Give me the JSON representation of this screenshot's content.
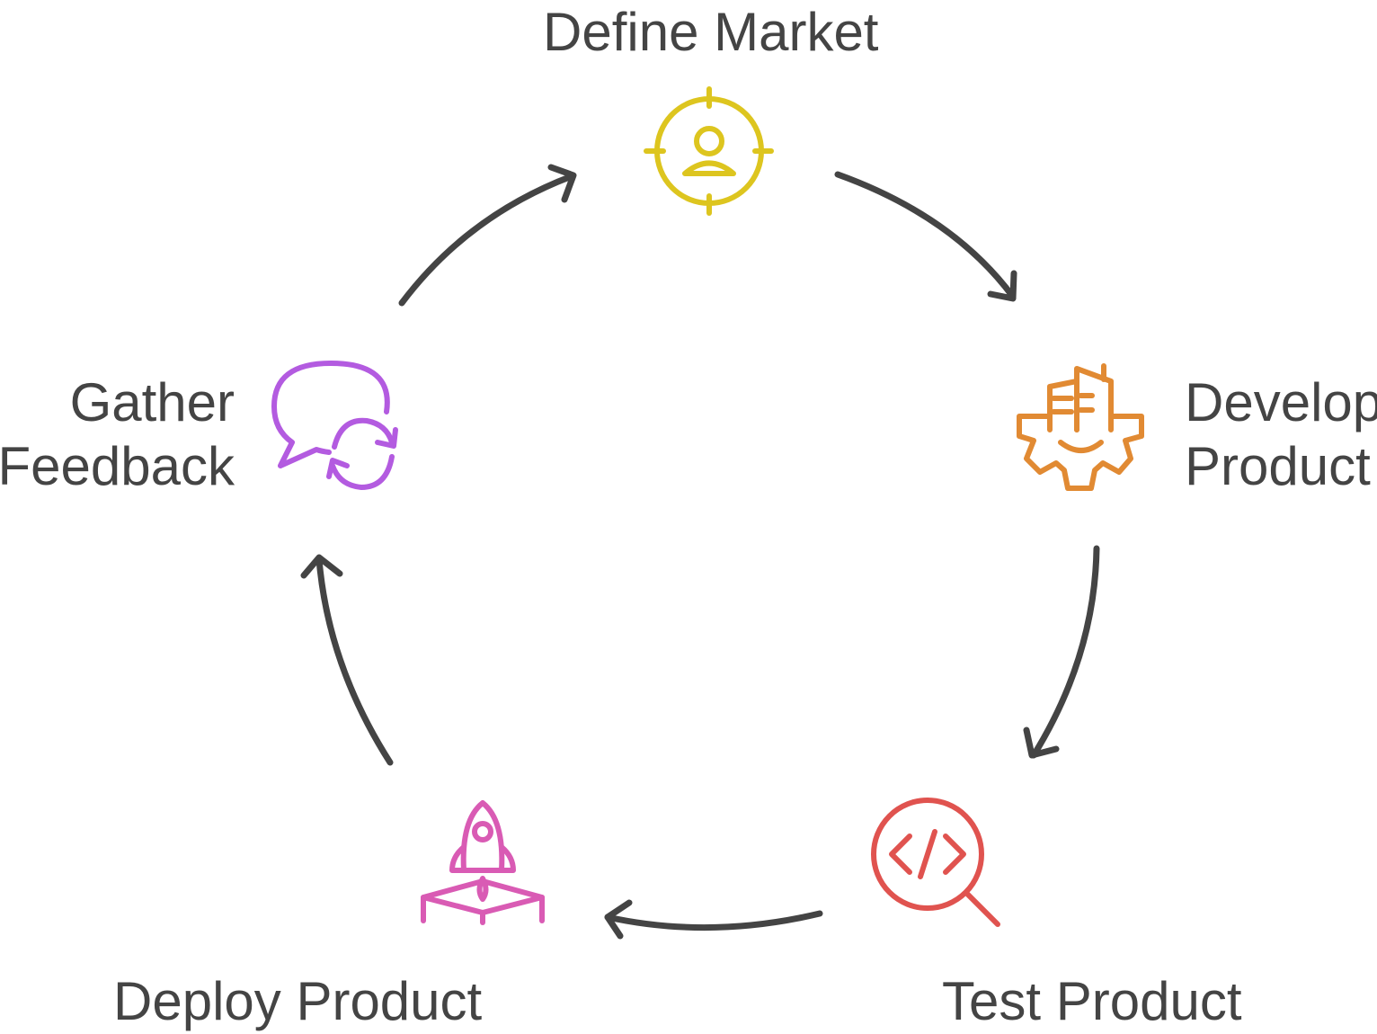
{
  "diagram": {
    "type": "cycle",
    "steps": [
      {
        "id": "define-market",
        "lines": [
          "Define Market"
        ],
        "icon": "target-user-icon",
        "color": "#DDC51F"
      },
      {
        "id": "develop-product",
        "lines": [
          "Develop",
          "Product"
        ],
        "icon": "gear-building-icon",
        "color": "#E18A33"
      },
      {
        "id": "test-product",
        "lines": [
          "Test Product"
        ],
        "icon": "code-search-icon",
        "color": "#E0534F"
      },
      {
        "id": "deploy-product",
        "lines": [
          "Deploy Product"
        ],
        "icon": "rocket-launch-icon",
        "color": "#D95BB4"
      },
      {
        "id": "gather-feedback",
        "lines": [
          "Gather",
          "Feedback"
        ],
        "icon": "feedback-chat-icon",
        "color": "#B35BE0"
      }
    ],
    "arrow_color": "#444444"
  }
}
